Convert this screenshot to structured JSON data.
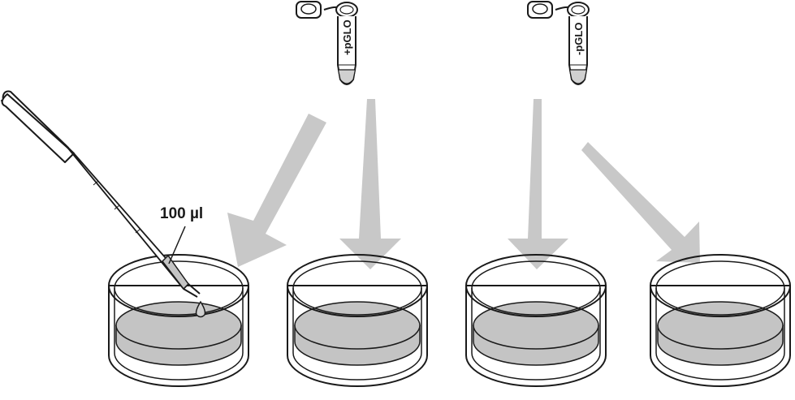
{
  "tubes": [
    {
      "label": "+pGLO"
    },
    {
      "label": "-pGLO"
    }
  ],
  "pipette": {
    "volume_label": "100 µl"
  },
  "plates": [
    {
      "id": "plate-1"
    },
    {
      "id": "plate-2"
    },
    {
      "id": "plate-3"
    },
    {
      "id": "plate-4"
    }
  ],
  "colors": {
    "outline": "#1a1a1a",
    "arrow": "#c8c8c8",
    "agar": "#c4c4c4",
    "liquid": "#d0d0d0"
  }
}
